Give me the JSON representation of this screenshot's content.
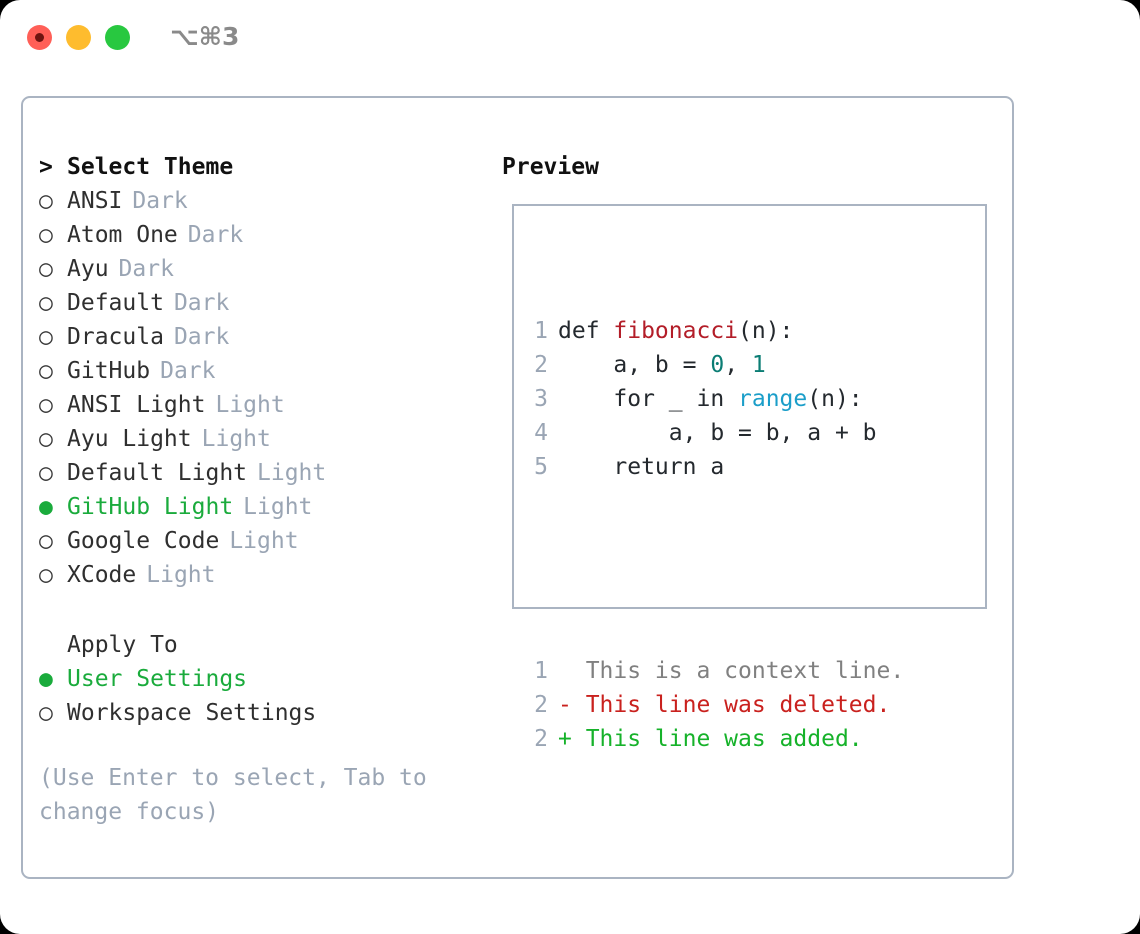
{
  "window": {
    "shortcut": "⌥⌘3",
    "traffic_lights": [
      {
        "name": "close",
        "color": "#ff5f57"
      },
      {
        "name": "minimize",
        "color": "#febc2e"
      },
      {
        "name": "maximize",
        "color": "#28c840"
      }
    ]
  },
  "theme_list": {
    "heading": "Select Theme",
    "caret": ">",
    "bullet_on": "●",
    "bullet_off": "○",
    "items": [
      {
        "label": "ANSI",
        "tag": "Dark",
        "selected": false
      },
      {
        "label": "Atom One",
        "tag": "Dark",
        "selected": false
      },
      {
        "label": "Ayu",
        "tag": "Dark",
        "selected": false
      },
      {
        "label": "Default",
        "tag": "Dark",
        "selected": false
      },
      {
        "label": "Dracula",
        "tag": "Dark",
        "selected": false
      },
      {
        "label": "GitHub",
        "tag": "Dark",
        "selected": false
      },
      {
        "label": "ANSI Light",
        "tag": "Light",
        "selected": false
      },
      {
        "label": "Ayu Light",
        "tag": "Light",
        "selected": false
      },
      {
        "label": "Default Light",
        "tag": "Light",
        "selected": false
      },
      {
        "label": "GitHub Light",
        "tag": "Light",
        "selected": true
      },
      {
        "label": "Google Code",
        "tag": "Light",
        "selected": false
      },
      {
        "label": "XCode",
        "tag": "Light",
        "selected": false
      }
    ]
  },
  "apply_to": {
    "heading": "Apply To",
    "items": [
      {
        "label": "User Settings",
        "selected": true
      },
      {
        "label": "Workspace Settings",
        "selected": false
      }
    ]
  },
  "hint": "(Use Enter to select, Tab to change focus)",
  "preview": {
    "title": "Preview",
    "code_lines": [
      {
        "num": "1",
        "parts": [
          {
            "t": "def ",
            "c": "plain"
          },
          {
            "t": "fibonacci",
            "c": "fn"
          },
          {
            "t": "(n):",
            "c": "plain"
          }
        ]
      },
      {
        "num": "2",
        "parts": [
          {
            "t": "    a, b = ",
            "c": "plain"
          },
          {
            "t": "0",
            "c": "num"
          },
          {
            "t": ", ",
            "c": "plain"
          },
          {
            "t": "1",
            "c": "num"
          }
        ]
      },
      {
        "num": "3",
        "parts": [
          {
            "t": "    for _ in ",
            "c": "plain"
          },
          {
            "t": "range",
            "c": "call"
          },
          {
            "t": "(n):",
            "c": "plain"
          }
        ]
      },
      {
        "num": "4",
        "parts": [
          {
            "t": "        a, b = b, a + b",
            "c": "plain"
          }
        ]
      },
      {
        "num": "5",
        "parts": [
          {
            "t": "    return a",
            "c": "plain"
          }
        ]
      }
    ],
    "diff_lines": [
      {
        "num": "1",
        "parts": [
          {
            "t": "  This is a context line.",
            "c": "ctx"
          }
        ]
      },
      {
        "num": "2",
        "parts": [
          {
            "t": "- This line was deleted.",
            "c": "del"
          }
        ]
      },
      {
        "num": "2",
        "parts": [
          {
            "t": "+ This line was added.",
            "c": "add"
          }
        ]
      }
    ]
  },
  "colors": {
    "accent_green": "#1aab3c",
    "muted": "#9aa5b4",
    "border": "#aab4c2",
    "fn_red": "#b31d28",
    "num_teal": "#0b7d74",
    "call_blue": "#1b9ec9",
    "diff_del": "#c9211e",
    "diff_add": "#16b22a"
  }
}
